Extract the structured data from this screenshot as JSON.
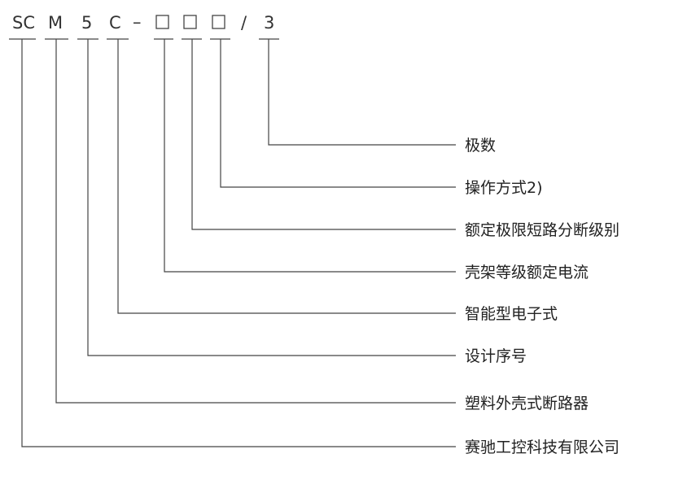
{
  "code": {
    "segments": [
      {
        "id": "sc",
        "text": "SC"
      },
      {
        "id": "m",
        "text": "M"
      },
      {
        "id": "5",
        "text": "5"
      },
      {
        "id": "c",
        "text": "C"
      },
      {
        "id": "dash",
        "text": "–"
      },
      {
        "id": "box1",
        "text": "□"
      },
      {
        "id": "box2",
        "text": "□"
      },
      {
        "id": "box3",
        "text": "□"
      },
      {
        "id": "slash",
        "text": "/"
      },
      {
        "id": "3",
        "text": "3"
      }
    ]
  },
  "labels": [
    {
      "id": "poles",
      "text": "极数",
      "segment": "3"
    },
    {
      "id": "operation",
      "text": "操作方式2)",
      "segment": "box3"
    },
    {
      "id": "breaking-capacity",
      "text": "额定极限短路分断级别",
      "segment": "box2"
    },
    {
      "id": "frame-current",
      "text": "壳架等级额定电流",
      "segment": "box1"
    },
    {
      "id": "intelligent",
      "text": "智能型电子式",
      "segment": "c"
    },
    {
      "id": "design-no",
      "text": "设计序号",
      "segment": "5"
    },
    {
      "id": "mccb",
      "text": "塑料外壳式断路器",
      "segment": "m"
    },
    {
      "id": "company",
      "text": "赛驰工控科技有限公司",
      "segment": "sc"
    }
  ],
  "colors": {
    "line": "#444444",
    "text": "#222222"
  }
}
